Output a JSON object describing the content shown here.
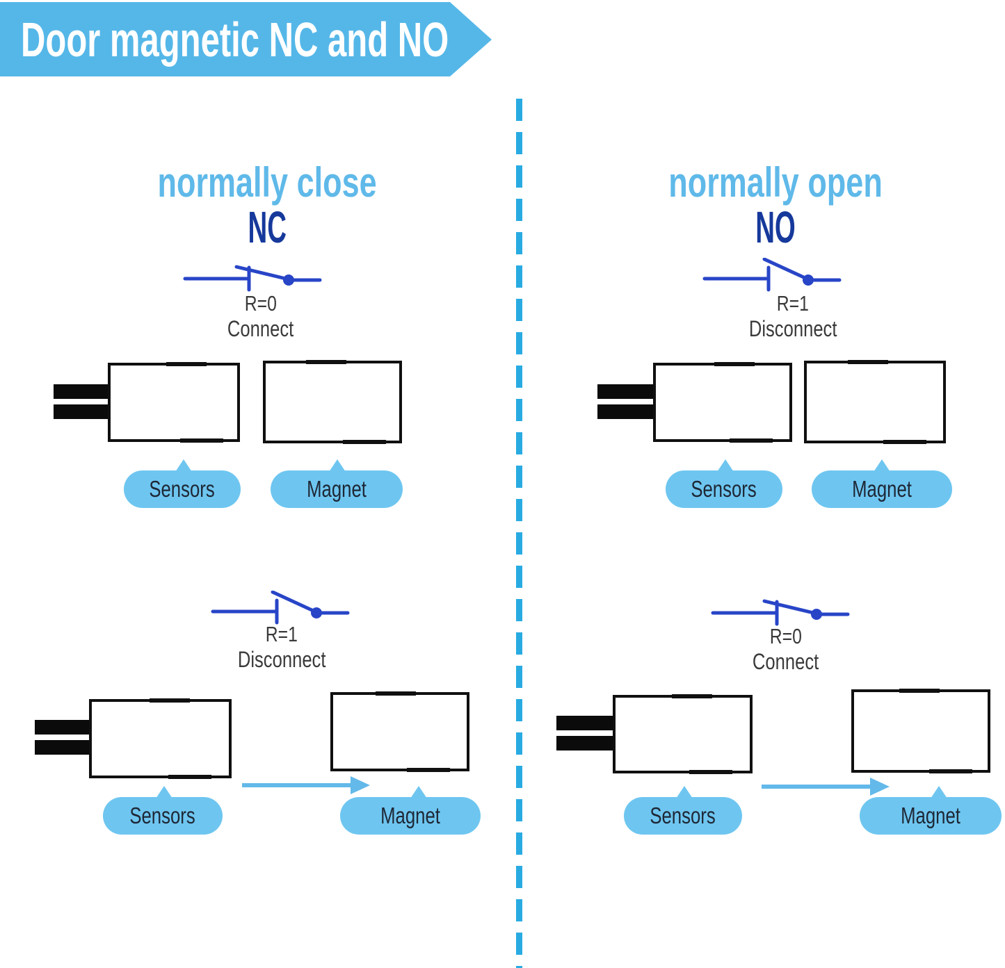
{
  "banner": {
    "title": "Door magnetic NC and NO"
  },
  "colors": {
    "banner_blue": "#55b7e8",
    "dash_blue": "#29abe2",
    "pill_blue": "#6ec6f0",
    "heading_light_blue": "#5fb9e9",
    "heading_navy": "#16399b",
    "switch_blue": "#2845c7",
    "label_gray": "#3a3a3a",
    "arrow_blue": "#63b9e9"
  },
  "columns": {
    "nc": {
      "heading": "normally close",
      "abbr": "NC",
      "magnet_near": {
        "switch_state": "closed",
        "resistance": "R=0",
        "action": "Connect",
        "sensor_label": "Sensors",
        "magnet_label": "Magnet"
      },
      "magnet_far": {
        "switch_state": "open",
        "resistance": "R=1",
        "action": "Disconnect",
        "sensor_label": "Sensors",
        "magnet_label": "Magnet"
      }
    },
    "no": {
      "heading": "normally open",
      "abbr": "NO",
      "magnet_near": {
        "switch_state": "open",
        "resistance": "R=1",
        "action": "Disconnect",
        "sensor_label": "Sensors",
        "magnet_label": "Magnet"
      },
      "magnet_far": {
        "switch_state": "closed",
        "resistance": "R=0",
        "action": "Connect",
        "sensor_label": "Sensors",
        "magnet_label": "Magnet"
      }
    }
  }
}
